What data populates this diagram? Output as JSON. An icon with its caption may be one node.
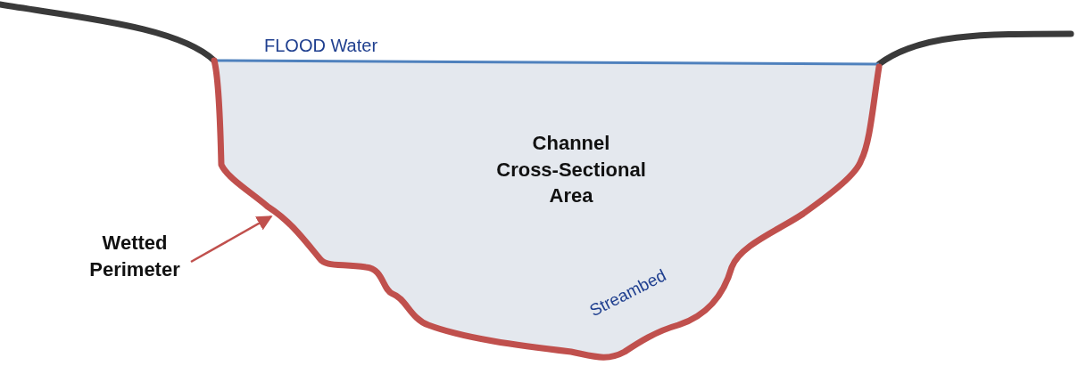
{
  "diagram": {
    "nodes": [
      {
        "text": [
          "Wetted Perimeter"
        ]
      },
      {
        "text": [],
        "shape": "line"
      }
    ],
    "edges": [
      {
        "from": 0,
        "to": 1,
        "arrow": "to"
      }
    ],
    "labels": [
      "FLOOD Water",
      "Channel Cross-Sectional Area",
      "Streambed"
    ]
  }
}
